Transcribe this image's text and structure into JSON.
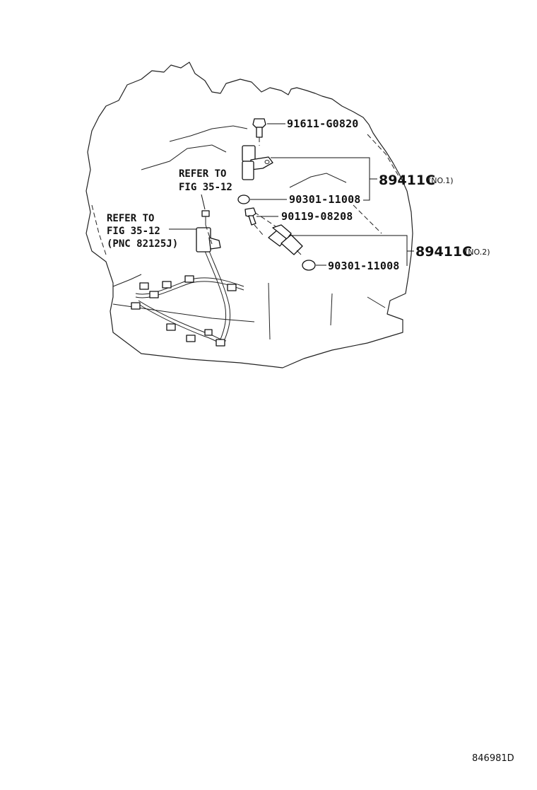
{
  "callouts": {
    "bolt_top": "91611-G0820",
    "sensor_no1": "89411C",
    "sensor_no1_note": "(NO.1)",
    "oring_no1": "90301-11008",
    "bolt_mid": "90119-08208",
    "sensor_no2": "89411C",
    "sensor_no2_note": "(NO.2)",
    "oring_no2": "90301-11008"
  },
  "references": {
    "ref_a_line1": "REFER TO",
    "ref_a_line2": "FIG 35-12",
    "ref_b_line1": "REFER TO",
    "ref_b_line2": "FIG 35-12",
    "ref_b_line3": "(PNC 82125J)"
  },
  "figure_number": "846981D"
}
